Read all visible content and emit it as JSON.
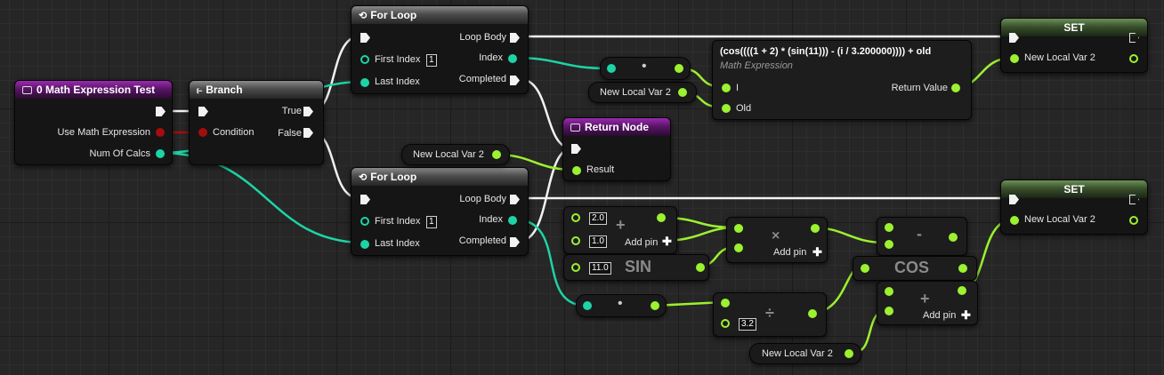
{
  "colors": {
    "exec": "#f2f2f2",
    "int": "#1ed3a5",
    "float": "#9cf130",
    "bool": "#a50d0d"
  },
  "event": {
    "title": "0 Math Expression Test",
    "use_math": "Use Math Expression",
    "num_calcs": "Num Of Calcs"
  },
  "branch": {
    "title": "Branch",
    "condition": "Condition",
    "true": "True",
    "false": "False"
  },
  "loop1": {
    "title": "For Loop",
    "loop_body": "Loop Body",
    "first_index": "First Index",
    "first_val": "1",
    "index": "Index",
    "last_index": "Last Index",
    "completed": "Completed"
  },
  "loop2": {
    "title": "For Loop",
    "loop_body": "Loop Body",
    "first_index": "First Index",
    "first_val": "1",
    "index": "Index",
    "last_index": "Last Index",
    "completed": "Completed"
  },
  "return_node": {
    "title": "Return Node",
    "result": "Result"
  },
  "math_expr": {
    "title": "(cos((((1 + 2) * (sin(11))) - (i / 3.200000)))) + old",
    "subtitle": "Math Expression",
    "pin_i": "I",
    "pin_old": "Old",
    "return_value": "Return Value"
  },
  "set1": {
    "title": "SET",
    "var": "New Local Var 2"
  },
  "set2": {
    "title": "SET",
    "var": "New Local Var 2"
  },
  "vars": {
    "v1": "New Local Var 2",
    "v2": "New Local Var 2",
    "v3": "New Local Var 2"
  },
  "conv1": {
    "symbol": "•"
  },
  "conv2": {
    "symbol": "•"
  },
  "add1": {
    "a": "2.0",
    "b": "1.0",
    "op": "+",
    "add_pin": "Add pin"
  },
  "sin": {
    "val": "11.0",
    "op": "SIN"
  },
  "mul": {
    "op": "×",
    "add_pin": "Add pin"
  },
  "div": {
    "val": "3.2",
    "op": "÷"
  },
  "sub": {
    "op": "-"
  },
  "cos": {
    "op": "COS"
  },
  "add2": {
    "op": "+",
    "add_pin": "Add pin"
  }
}
